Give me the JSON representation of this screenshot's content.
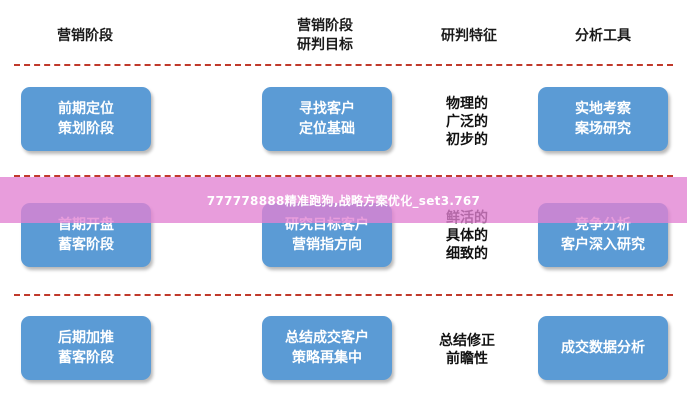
{
  "headers": [
    {
      "lines": [
        "营销阶段"
      ]
    },
    {
      "lines": [
        "营销阶段",
        "研判目标"
      ]
    },
    {
      "lines": [
        "研判特征"
      ]
    },
    {
      "lines": [
        "分析工具"
      ]
    }
  ],
  "rows": [
    {
      "stage": [
        "前期定位",
        "策划阶段"
      ],
      "goal": [
        "寻找客户",
        "定位基础"
      ],
      "feature": [
        "物理的",
        "广泛的",
        "初步的"
      ],
      "tool": [
        "实地考察",
        "案场研究"
      ]
    },
    {
      "stage": [
        "首期开盘",
        "蓄客阶段"
      ],
      "goal": [
        "研究目标客户",
        "营销指方向"
      ],
      "feature": [
        "鲜活的",
        "具体的",
        "细致的"
      ],
      "tool": [
        "竞争分析",
        "客户深入研究"
      ]
    },
    {
      "stage": [
        "后期加推",
        "蓄客阶段"
      ],
      "goal": [
        "总结成交客户",
        "策略再集中"
      ],
      "feature": [
        "总结修正",
        "前瞻性"
      ],
      "tool": [
        "成交数据分析"
      ]
    }
  ],
  "banner": "777778888精准跑狗,战略方案优化_set3.767",
  "colors": {
    "box": "#5b9bd5",
    "divider": "#c0392b",
    "banner": "#e082d2"
  }
}
